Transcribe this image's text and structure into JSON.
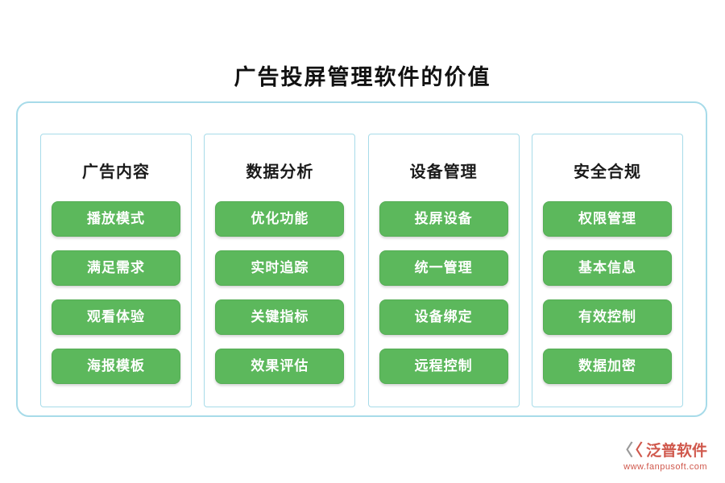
{
  "title": "广告投屏管理软件的价值",
  "columns": [
    {
      "header": "广告内容",
      "items": [
        "播放模式",
        "满足需求",
        "观看体验",
        "海报模板"
      ]
    },
    {
      "header": "数据分析",
      "items": [
        "优化功能",
        "实时追踪",
        "关键指标",
        "效果评估"
      ]
    },
    {
      "header": "设备管理",
      "items": [
        "投屏设备",
        "统一管理",
        "设备绑定",
        "远程控制"
      ]
    },
    {
      "header": "安全合规",
      "items": [
        "权限管理",
        "基本信息",
        "有效控制",
        "数据加密"
      ]
    }
  ],
  "footer": {
    "mark_left": "〈",
    "mark_right": "〈",
    "brand": "泛普软件",
    "url": "www.fanpusoft.com"
  },
  "colors": {
    "chip_green": "#5cb85c",
    "frame_blue": "#a7dbe9",
    "brand_red": "#d0584c",
    "title_black": "#111111"
  }
}
